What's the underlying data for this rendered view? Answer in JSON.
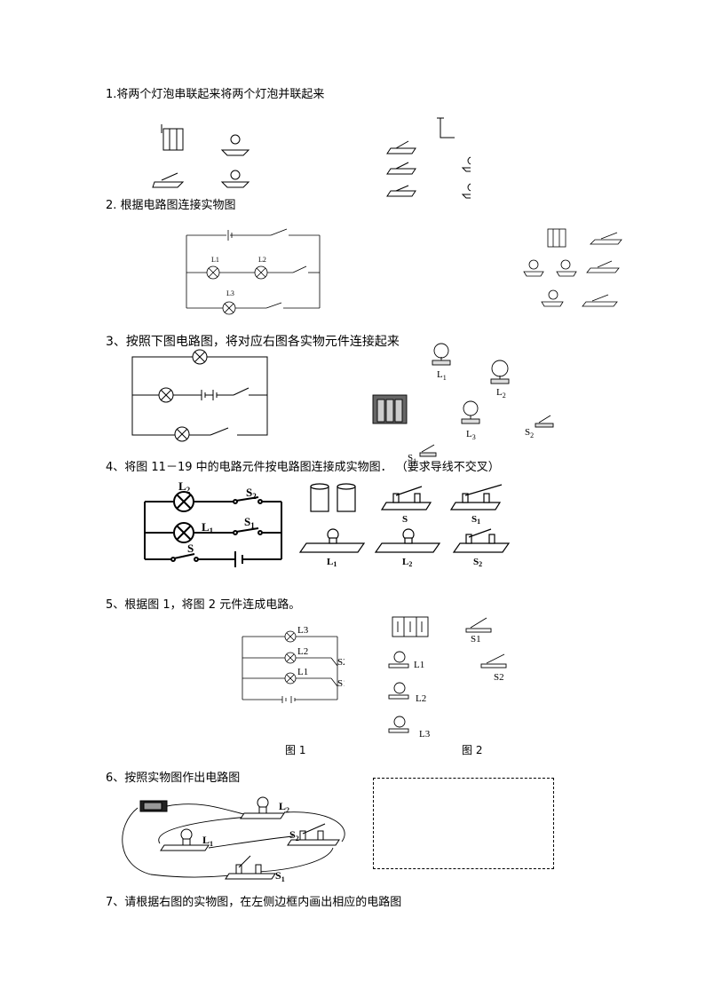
{
  "questions": [
    {
      "id": "q1",
      "text": "1.将两个灯泡串联起来将两个灯泡并联起来"
    },
    {
      "id": "q2",
      "text": "2. 根据电路图连接实物图"
    },
    {
      "id": "q3",
      "text": "3、按照下图电路图，将对应右图各实物元件连接起来"
    },
    {
      "id": "q4",
      "text": "4、将图 11－19 中的电路元件按电路图连接成实物图． （要求导线不交叉）"
    },
    {
      "id": "q5",
      "text": "5、根据图 1，将图 2 元件连成电路。"
    },
    {
      "id": "q6",
      "text": "6、按照实物图作出电路图"
    },
    {
      "id": "q7",
      "text": "7、请根据右图的实物图，在左侧边框内画出相应的电路图"
    }
  ],
  "labels": {
    "q2": {
      "l1": "L1",
      "l2": "L2",
      "l3": "L3"
    },
    "q3": {
      "l1": "L",
      "l1_sub": "1",
      "l2": "L",
      "l2_sub": "2",
      "l3": "L",
      "l3_sub": "3",
      "s1": "S",
      "s1_sub": "1",
      "s2": "S",
      "s2_sub": "2"
    },
    "q4": {
      "l1": "L",
      "l1_sub": "1",
      "l2": "L",
      "l2_sub": "2",
      "s1": "S",
      "s1_sub": "1",
      "s2": "S",
      "s2_sub": "2",
      "s": "S",
      "part_s": "S",
      "part_s1": "S",
      "part_s1_sub": "1",
      "part_l1": "L",
      "part_l1_sub": "1",
      "part_l2": "L",
      "part_l2_sub": "2",
      "part_s2": "S",
      "part_s2_sub": "2"
    },
    "q5": {
      "l1": "L1",
      "l2": "L2",
      "l3": "L3",
      "s1": "S1",
      "s2": "S2",
      "fig1": "图 1",
      "fig2": "图 2",
      "p_s1": "S1",
      "p_s2": "S2",
      "p_l1": "L1",
      "p_l2": "L2",
      "p_l3": "L3"
    },
    "q6": {
      "l1": "L",
      "l1_sub": "1",
      "l2": "L",
      "l2_sub": "2",
      "s1": "S",
      "s1_sub": "1",
      "s2": "S",
      "s2_sub": "2"
    }
  }
}
